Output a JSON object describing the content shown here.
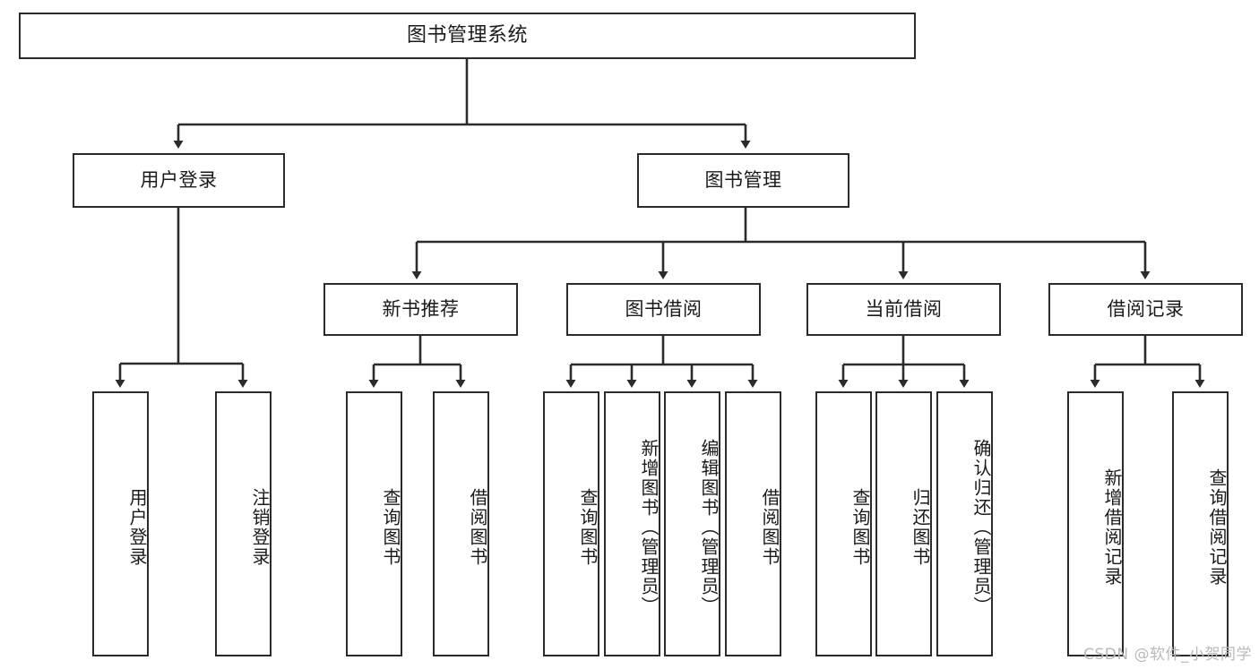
{
  "diagram": {
    "title": "图书管理系统",
    "type": "functional-structure-tree",
    "watermark": "CSDN @软件_小贺同学",
    "colors": {
      "box_border": "#2b2b2b",
      "box_fill": "#ffffff",
      "edge": "#2b2b2b",
      "text": "#1a1a1a",
      "watermark": "#b9b9b9",
      "background": "#ffffff"
    },
    "levels": {
      "root": {
        "label": "图书管理系统"
      },
      "modules": [
        {
          "label": "用户登录"
        },
        {
          "label": "图书管理"
        }
      ],
      "submodules": [
        {
          "label": "新书推荐"
        },
        {
          "label": "图书借阅"
        },
        {
          "label": "当前借阅"
        },
        {
          "label": "借阅记录"
        }
      ],
      "leaves": {
        "user_login": [
          {
            "label": "用户登录"
          },
          {
            "label": "注销登录"
          }
        ],
        "new_book_recommend": [
          {
            "label": "查询图书"
          },
          {
            "label": "借阅图书"
          }
        ],
        "book_borrow": [
          {
            "label": "查询图书"
          },
          {
            "label": "新增图书（管理员）"
          },
          {
            "label": "编辑图书（管理员）"
          },
          {
            "label": "借阅图书"
          }
        ],
        "current_borrow": [
          {
            "label": "查询图书"
          },
          {
            "label": "归还图书"
          },
          {
            "label": "确认归还（管理员）"
          }
        ],
        "borrow_record": [
          {
            "label": "新增借阅记录"
          },
          {
            "label": "查询借阅记录"
          }
        ]
      }
    }
  }
}
